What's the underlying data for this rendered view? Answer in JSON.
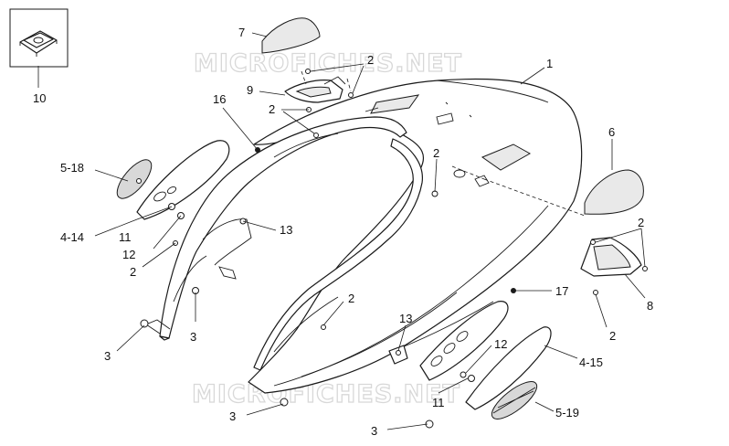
{
  "watermark": {
    "text_top": "MICROFICHES.NET",
    "text_bottom": "MICROFICHES.NET"
  },
  "callouts": [
    {
      "id": "c-10",
      "label": "10"
    },
    {
      "id": "c-7",
      "label": "7"
    },
    {
      "id": "c-2a",
      "label": "2"
    },
    {
      "id": "c-9",
      "label": "9"
    },
    {
      "id": "c-1",
      "label": "1"
    },
    {
      "id": "c-16",
      "label": "16"
    },
    {
      "id": "c-2b",
      "label": "2"
    },
    {
      "id": "c-6",
      "label": "6"
    },
    {
      "id": "c-5-18",
      "label": "5-18"
    },
    {
      "id": "c-2c",
      "label": "2"
    },
    {
      "id": "c-4-14",
      "label": "4-14"
    },
    {
      "id": "c-11a",
      "label": "11"
    },
    {
      "id": "c-13a",
      "label": "13"
    },
    {
      "id": "c-12a",
      "label": "12"
    },
    {
      "id": "c-2d",
      "label": "2"
    },
    {
      "id": "c-2e",
      "label": "2"
    },
    {
      "id": "c-8",
      "label": "8"
    },
    {
      "id": "c-17",
      "label": "17"
    },
    {
      "id": "c-2f",
      "label": "2"
    },
    {
      "id": "c-2g",
      "label": "2"
    },
    {
      "id": "c-3a",
      "label": "3"
    },
    {
      "id": "c-3b",
      "label": "3"
    },
    {
      "id": "c-13b",
      "label": "13"
    },
    {
      "id": "c-12b",
      "label": "12"
    },
    {
      "id": "c-4-15",
      "label": "4-15"
    },
    {
      "id": "c-11b",
      "label": "11"
    },
    {
      "id": "c-5-19",
      "label": "5-19"
    },
    {
      "id": "c-3c",
      "label": "3"
    },
    {
      "id": "c-3d",
      "label": "3"
    }
  ]
}
